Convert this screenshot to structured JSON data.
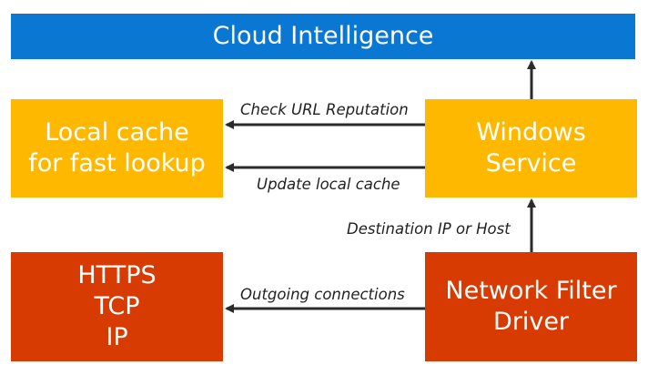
{
  "colors": {
    "cloud": "#0a78d2",
    "amber": "#ffb800",
    "red": "#d83b01",
    "arrow": "#2b2b2b",
    "text_on_box": "#ffffff",
    "label_text": "#222222"
  },
  "boxes": {
    "cloud": {
      "label": "Cloud Intelligence"
    },
    "local_cache": {
      "lines": [
        "Local cache",
        "for fast lookup"
      ]
    },
    "windows_service": {
      "lines": [
        "Windows",
        "Service"
      ]
    },
    "protocols": {
      "lines": [
        "HTTPS",
        "TCP",
        "IP"
      ]
    },
    "network_filter_driver": {
      "lines": [
        "Network Filter",
        "Driver"
      ]
    }
  },
  "edges": {
    "check_url": {
      "label": "Check URL Reputation"
    },
    "update_cache": {
      "label": "Update local cache"
    },
    "destination": {
      "label": "Destination IP or Host"
    },
    "outgoing": {
      "label": "Outgoing connections"
    }
  }
}
